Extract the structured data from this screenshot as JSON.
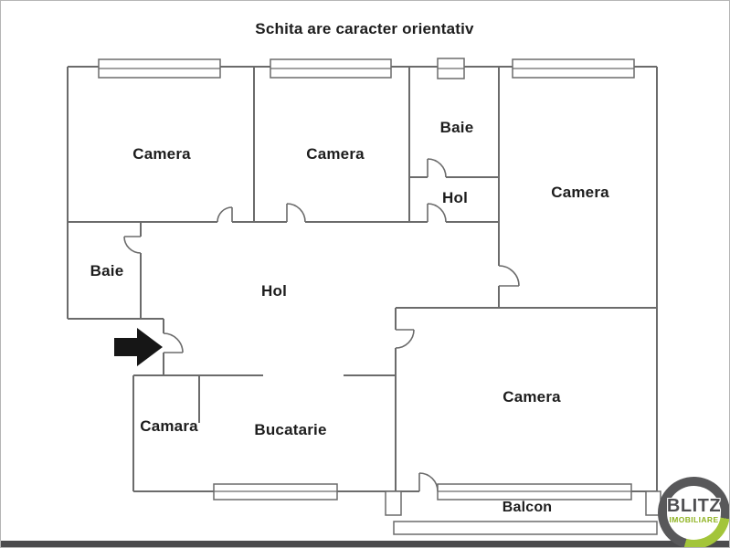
{
  "title": "Schita are caracter orientativ",
  "rooms": {
    "camera_top_left": "Camera",
    "camera_top_middle": "Camera",
    "baie_top": "Baie",
    "hol_top": "Hol",
    "camera_top_right": "Camera",
    "baie_left": "Baie",
    "hol_main": "Hol",
    "camara": "Camara",
    "bucatarie": "Bucatarie",
    "camera_bottom_right": "Camera",
    "balcon": "Balcon"
  },
  "logo": {
    "brand": "BLITZ",
    "tagline": "IMOBILIARE"
  },
  "colors": {
    "wall": "#6b6b6b",
    "text": "#1d1d1d",
    "footer_bar": "#4b4b4d",
    "logo_ring": "#58585a",
    "logo_accent": "#a3c53a"
  }
}
